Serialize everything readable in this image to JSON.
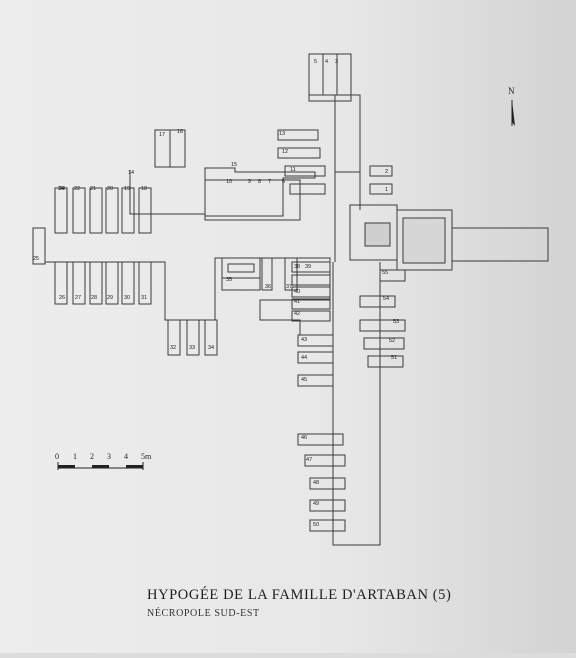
{
  "caption": {
    "title": "HYPOGÉE DE LA FAMILLE D'ARTABAN (5)",
    "subtitle": "NÉCROPOLE SUD-EST"
  },
  "north_label": "N",
  "scale": {
    "ticks": [
      "0",
      "1",
      "2",
      "3",
      "4",
      "5m"
    ]
  },
  "tomb_labels": [
    "1",
    "2",
    "3",
    "4",
    "5",
    "6",
    "7",
    "8",
    "9",
    "10",
    "11",
    "12",
    "13",
    "14",
    "15",
    "16",
    "17",
    "18",
    "19",
    "20",
    "21",
    "22",
    "23",
    "24",
    "25",
    "26",
    "27",
    "28",
    "29",
    "30",
    "31",
    "32",
    "33",
    "34",
    "35",
    "36",
    "37",
    "38",
    "39",
    "40",
    "41",
    "42",
    "43",
    "44",
    "45",
    "46",
    "47",
    "48",
    "49",
    "50",
    "51",
    "52",
    "53",
    "54",
    "55"
  ],
  "colors": {
    "ink": "#3a3a3a",
    "paper": "#ebebeb"
  }
}
